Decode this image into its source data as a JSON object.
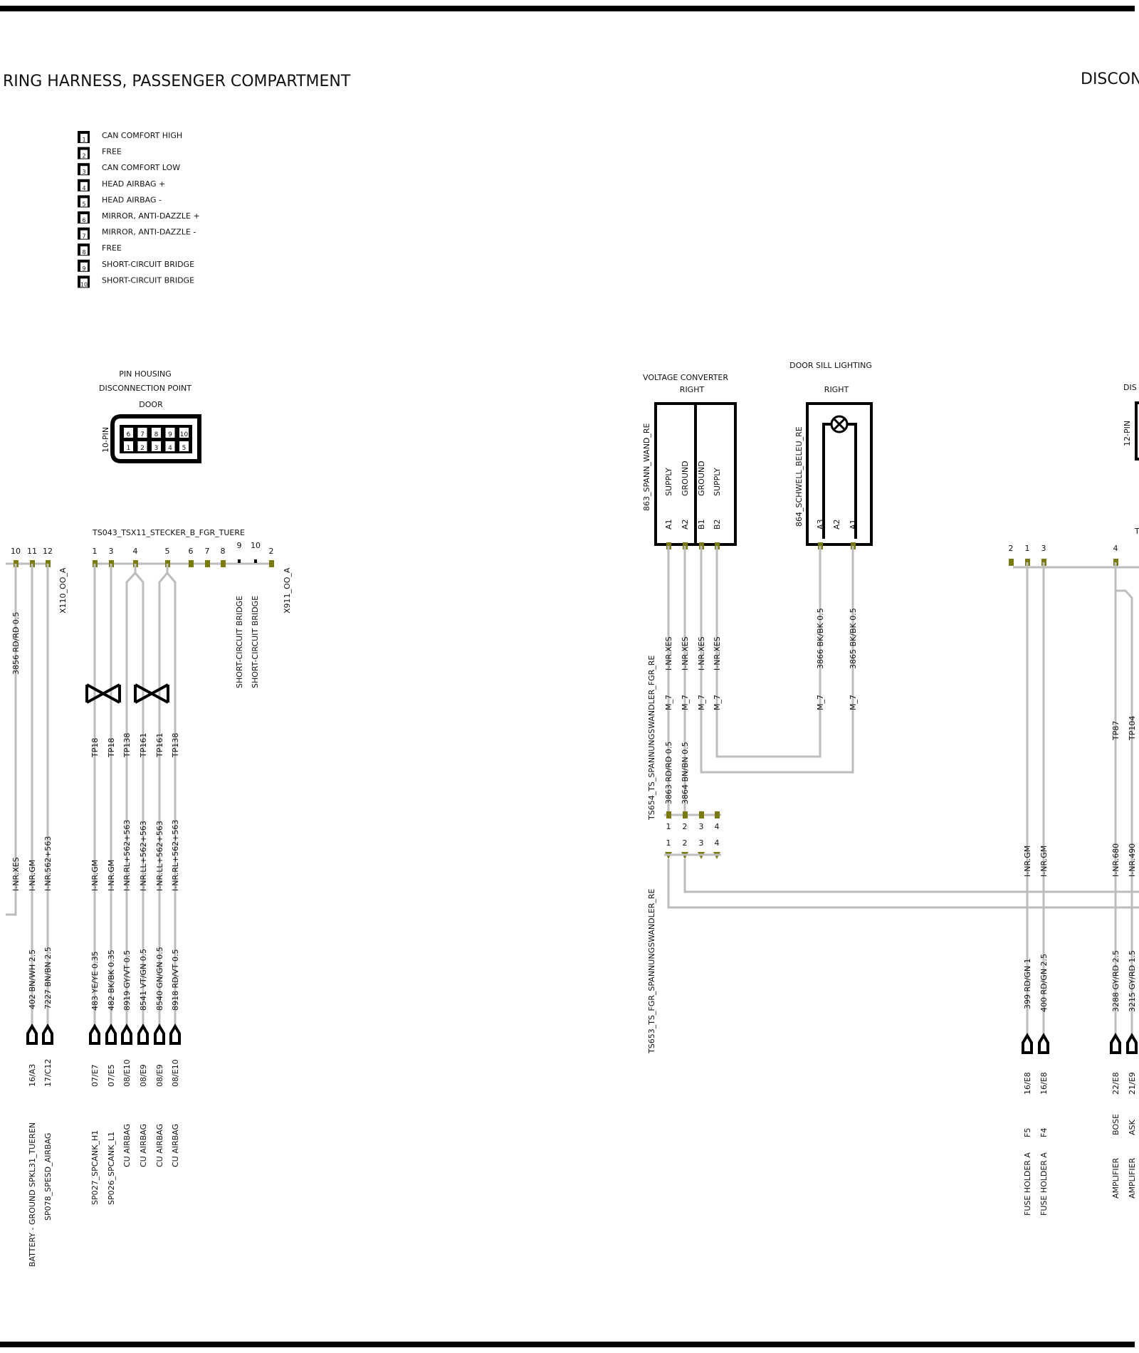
{
  "titles": {
    "left": "RING HARNESS, PASSENGER COMPARTMENT",
    "right": "DISCON"
  },
  "legend": [
    {
      "num": "1",
      "label": "CAN COMFORT HIGH"
    },
    {
      "num": "2",
      "label": "FREE"
    },
    {
      "num": "3",
      "label": "CAN COMFORT LOW"
    },
    {
      "num": "4",
      "label": "HEAD AIRBAG +"
    },
    {
      "num": "5",
      "label": "HEAD AIRBAG -"
    },
    {
      "num": "6",
      "label": "MIRROR, ANTI-DAZZLE +"
    },
    {
      "num": "7",
      "label": "MIRROR, ANTI-DAZZLE -"
    },
    {
      "num": "8",
      "label": "FREE"
    },
    {
      "num": "9",
      "label": "SHORT-CIRCUIT BRIDGE"
    },
    {
      "num": "10",
      "label": "SHORT-CIRCUIT BRIDGE"
    }
  ],
  "pin_housing": {
    "line1": "PIN HOUSING",
    "line2": "DISCONNECTION POINT",
    "line3": "DOOR",
    "pins_label": "10-PIN",
    "top_row": [
      "6",
      "7",
      "8",
      "9",
      "10"
    ],
    "bottom_row": [
      "1",
      "2",
      "3",
      "4",
      "5"
    ]
  },
  "connector_top": {
    "name": "TS043_TSX11_STECKER_B_FGR_TUERE",
    "left_pins": [
      "10",
      "11",
      "12"
    ],
    "pins": [
      "1",
      "3",
      "4",
      "5",
      "6",
      "7",
      "8",
      "9",
      "10",
      "2"
    ],
    "x110": "X110_OO_A",
    "x911": "X911_OO_A",
    "bridge1": "SHORT-CIRCUIT BRIDGE",
    "bridge2": "SHORT-CIRCUIT BRIDGE"
  },
  "left_wires": [
    {
      "top": "3856 RD/RD 0.5",
      "mid": "I-NR.XES",
      "bottom": "",
      "loc": "",
      "dest": ""
    },
    {
      "top": "",
      "mid": "I-NR.GM",
      "bottom": "402 BN/WH 2.5",
      "loc": "16/A3",
      "dest": "BATTERY - GROUND",
      "dest2": "SPKL31_TUEREN"
    },
    {
      "top": "",
      "mid": "I-NR.562+563",
      "bottom": "7227 BN/BN 2.5",
      "loc": "17/C12",
      "dest": "SP078_SPESD_AIRBAG"
    }
  ],
  "door_wires": [
    {
      "tp": "TP18",
      "mid": "I-NR.GM",
      "bottom": "483 YE/YE 0.35",
      "loc": "07/E7",
      "dest": "SP027_SPCANK_H1"
    },
    {
      "tp": "TP18",
      "mid": "I-NR.GM",
      "bottom": "482 BK/BK 0.35",
      "loc": "07/E5",
      "dest": "SP026_SPCANK_L1"
    },
    {
      "tp": "TP138",
      "mid": "I-NR.RL+562+563",
      "bottom": "8919 GY/VT 0.5",
      "loc": "08/E10",
      "dest": "CU AIRBAG"
    },
    {
      "tp": "TP161",
      "mid": "I-NR.LL+562+563",
      "bottom": "8541 VT/GN 0.5",
      "loc": "08/E9",
      "dest": "CU AIRBAG"
    },
    {
      "tp": "TP161",
      "mid": "I-NR.LL+562+563",
      "bottom": "8540 GN/GN 0.5",
      "loc": "08/E9",
      "dest": "CU AIRBAG"
    },
    {
      "tp": "TP138",
      "mid": "I-NR.RL+562+563",
      "bottom": "8918 RD/VT 0.5",
      "loc": "08/E10",
      "dest": "CU AIRBAG"
    }
  ],
  "voltage_converter": {
    "line1": "VOLTAGE CONVERTER",
    "line2": "RIGHT",
    "name": "863_SPANN_WAND_RE",
    "functions": [
      "SUPPLY",
      "GROUND",
      "GROUND",
      "SUPPLY"
    ],
    "pins": [
      "A1",
      "A2",
      "B1",
      "B2"
    ]
  },
  "door_sill": {
    "line1": "DOOR SILL LIGHTING",
    "line2": "RIGHT",
    "name": "864_SCHWELL_BELEU_RE",
    "pins": [
      "A3",
      "A2",
      "A1"
    ]
  },
  "converter_wires": {
    "xes": [
      "I-NR.XES",
      "I-NR.XES",
      "I-NR.XES",
      "I-NR.XES"
    ],
    "m7": [
      "M_7",
      "M_7",
      "M_7",
      "M_7"
    ],
    "sill_wires": [
      "3866 BK/BK 0.5",
      "3865 BK/BK 0.5"
    ],
    "sill_m7": [
      "M_7",
      "M_7"
    ],
    "ts654": "TS654_TS_SPANNUNGSWANDLER_FGR_RE",
    "wire1": "3863 RD/RD 0.5",
    "wire2": "3864 BN/BN 0.5",
    "upper_pins": [
      "1",
      "2",
      "3",
      "4"
    ],
    "lower_pins": [
      "1",
      "2",
      "3",
      "4"
    ],
    "ts653": "TS653_TS_FGR_SPANNUNGSWANDLER_RE"
  },
  "right_connector": {
    "dis": "DIS",
    "pins_label": "12-PIN",
    "t": "T",
    "pins": [
      "2",
      "1",
      "3",
      "4"
    ]
  },
  "right_wires": [
    {
      "mid": "I-NR.GM",
      "bottom": "399 RD/GN 1",
      "loc": "16/E8",
      "dest": "FUSE HOLDER A",
      "dest2": "F5"
    },
    {
      "mid": "I-NR.GM",
      "bottom": "400 RD/GN 2.5",
      "loc": "16/E8",
      "dest": "FUSE HOLDER A",
      "dest2": "F4"
    },
    {
      "tp": "TP87",
      "mid": "I-NR.680",
      "bottom": "3288 GY/RD 2.5",
      "loc": "22/E8",
      "dest": "AMPLIFIER",
      "dest2": "BOSE"
    },
    {
      "tp": "TP104",
      "mid": "I-NR.490",
      "bottom": "3215 GY/RD 1.5",
      "loc": "21/E9",
      "dest": "AMPLIFIER",
      "dest2": "ASK"
    }
  ]
}
